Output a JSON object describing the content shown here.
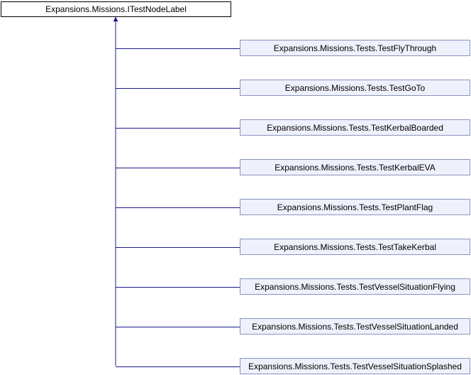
{
  "diagram": {
    "type": "inheritance-graph",
    "colors": {
      "edge": "#1a1a8c",
      "root_fill": "#ffffff",
      "root_border": "#000000",
      "child_fill": "#eef1fb",
      "child_border": "#8a94bf"
    },
    "root": {
      "label": "Expansions.Missions.ITestNodeLabel"
    },
    "children": [
      {
        "label": "Expansions.Missions.Tests.TestFlyThrough"
      },
      {
        "label": "Expansions.Missions.Tests.TestGoTo"
      },
      {
        "label": "Expansions.Missions.Tests.TestKerbalBoarded"
      },
      {
        "label": "Expansions.Missions.Tests.TestKerbalEVA"
      },
      {
        "label": "Expansions.Missions.Tests.TestPlantFlag"
      },
      {
        "label": "Expansions.Missions.Tests.TestTakeKerbal"
      },
      {
        "label": "Expansions.Missions.Tests.TestVesselSituationFlying"
      },
      {
        "label": "Expansions.Missions.Tests.TestVesselSituationLanded"
      },
      {
        "label": "Expansions.Missions.Tests.TestVesselSituationSplashed"
      }
    ]
  }
}
